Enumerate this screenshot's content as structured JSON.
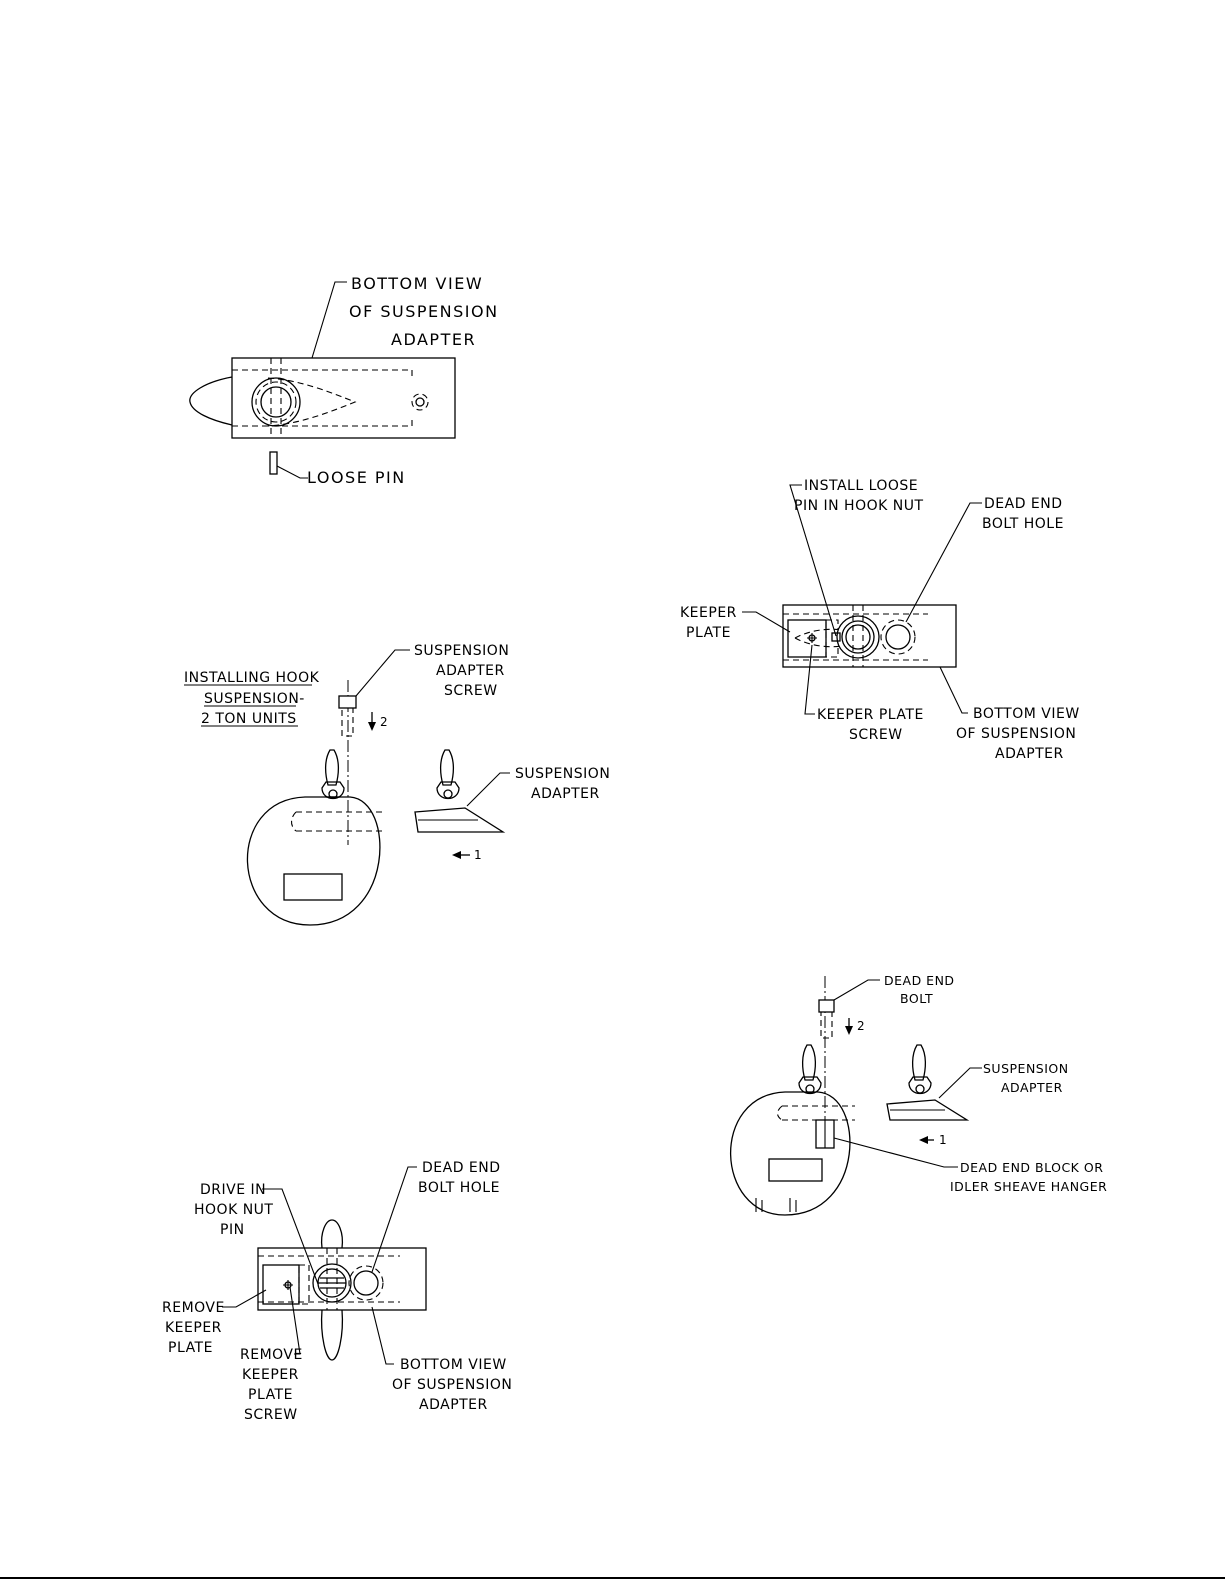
{
  "fig1": {
    "title_line1": "BOTTOM VIEW",
    "title_line2": "OF SUSPENSION",
    "title_line3": "ADAPTER",
    "pin_label": "LOOSE PIN"
  },
  "fig2": {
    "heading_line1": "INSTALLING HOOK",
    "heading_line2": "SUSPENSION-",
    "heading_line3": "2 TON UNITS",
    "screw_line1": "SUSPENSION",
    "screw_line2": "ADAPTER",
    "screw_line3": "SCREW",
    "adapter_line1": "SUSPENSION",
    "adapter_line2": "ADAPTER",
    "step1": "1",
    "step2": "2"
  },
  "fig3": {
    "drive_line1": "DRIVE IN",
    "drive_line2": "HOOK NUT",
    "drive_line3": "PIN",
    "hole_line1": "DEAD END",
    "hole_line2": "BOLT HOLE",
    "plate_line1": "REMOVE",
    "plate_line2": "KEEPER",
    "plate_line3": "PLATE",
    "screw_line1": "REMOVE",
    "screw_line2": "KEEPER",
    "screw_line3": "PLATE",
    "screw_line4": "SCREW",
    "bottom_line1": "BOTTOM VIEW",
    "bottom_line2": "OF SUSPENSION",
    "bottom_line3": "ADAPTER"
  },
  "fig4": {
    "install_line1": "INSTALL LOOSE",
    "install_line2": "PIN IN HOOK NUT",
    "hole_line1": "DEAD END",
    "hole_line2": "BOLT HOLE",
    "keeper_line1": "KEEPER",
    "keeper_line2": "PLATE",
    "kscrew_line1": "KEEPER PLATE",
    "kscrew_line2": "SCREW",
    "bottom_line1": "BOTTOM VIEW",
    "bottom_line2": "OF SUSPENSION",
    "bottom_line3": "ADAPTER"
  },
  "fig5": {
    "bolt_line1": "DEAD END",
    "bolt_line2": "BOLT",
    "adapter_line1": "SUSPENSION",
    "adapter_line2": "ADAPTER",
    "block_line1": "DEAD END BLOCK OR",
    "block_line2": "IDLER SHEAVE HANGER",
    "step1": "1",
    "step2": "2"
  }
}
